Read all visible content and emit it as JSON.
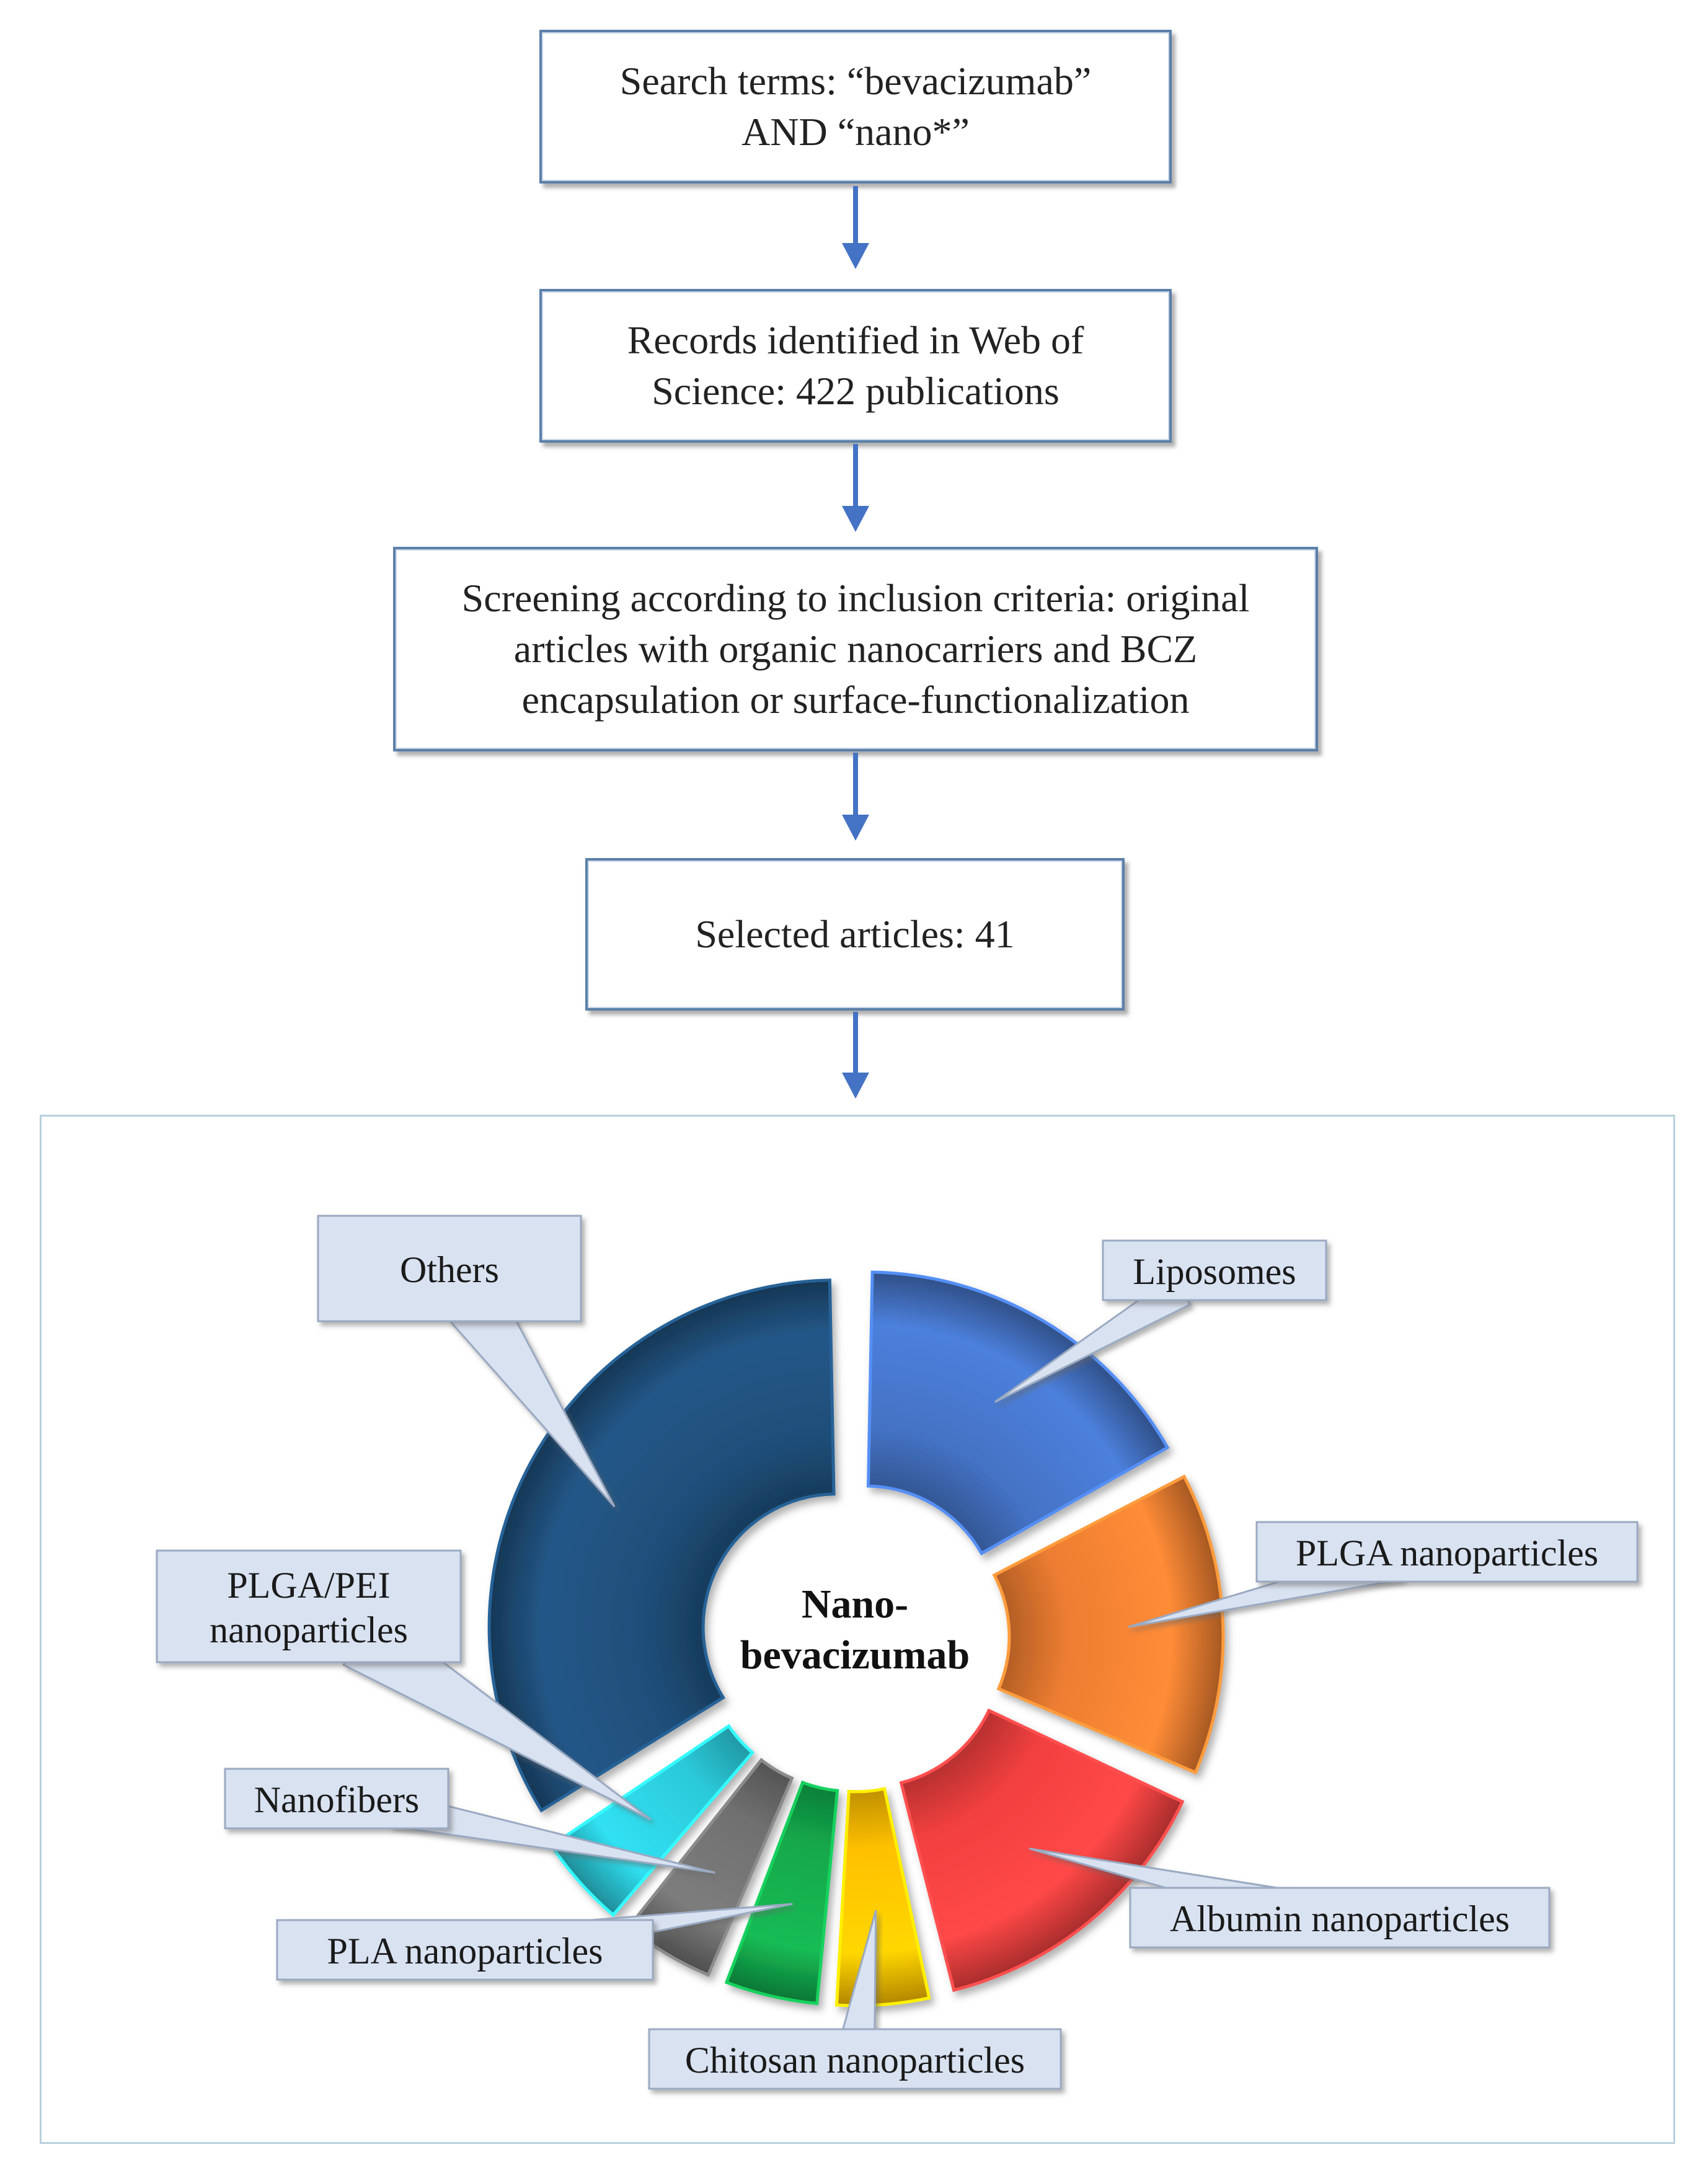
{
  "flow": {
    "step1": {
      "line1": "Search terms: “bevacizumab”",
      "line2": "AND “nano*”"
    },
    "step2": {
      "line1": "Records identified in Web of",
      "line2": "Science: 422 publications"
    },
    "step3": {
      "line1": "Screening according to inclusion criteria: original",
      "line2": "articles with organic nanocarriers and BCZ",
      "line3": "encapsulation or surface-functionalization"
    },
    "step4": {
      "line1": "Selected articles: 41"
    }
  },
  "chart_data": {
    "type": "pie",
    "style": "exploded-doughnut",
    "center_label": [
      "Nano-",
      "bevacizumab"
    ],
    "slices": [
      {
        "label": "Liposomes",
        "value": 7,
        "color": "#4472C4"
      },
      {
        "label": "PLGA nanoparticles",
        "value": 6,
        "color": "#ED7D31"
      },
      {
        "label": "Albumin  nanoparticles",
        "value": 6,
        "color": "#F2403F"
      },
      {
        "label": "Chitosan nanoparticles",
        "value": 2,
        "color": "#FFC000"
      },
      {
        "label": "PLA nanoparticles",
        "value": 2,
        "color": "#13A84B"
      },
      {
        "label": "Nanofibers",
        "value": 2,
        "color": "#707070"
      },
      {
        "label": "PLGA/PEI nanoparticles",
        "value": 2,
        "color": "#2BC9D9"
      },
      {
        "label": "Others",
        "value": 14,
        "color": "#1F4E79"
      }
    ],
    "callout_lines": {
      "PLGA/PEI nanoparticles": [
        "PLGA/PEI",
        "nanoparticles"
      ]
    }
  },
  "colors": {
    "box_border": "#5b7fa8",
    "arrow": "#4472C4",
    "callout_fill": "#d9e2f1",
    "callout_border": "#9aaac2"
  }
}
